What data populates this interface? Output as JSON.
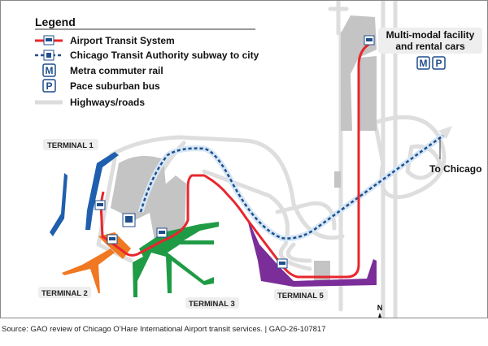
{
  "legend": {
    "title": "Legend",
    "items": [
      {
        "icon": "airport-transit-line-icon",
        "label": "Airport Transit System"
      },
      {
        "icon": "cta-subway-line-icon",
        "label": "Chicago Transit Authority subway to city"
      },
      {
        "icon": "metra-icon",
        "glyph": "M",
        "label": "Metra commuter rail"
      },
      {
        "icon": "pace-icon",
        "glyph": "P",
        "label": "Pace suburban bus"
      },
      {
        "icon": "road-line-icon",
        "label": "Highways/roads"
      }
    ]
  },
  "map": {
    "terminals": [
      "TERMINAL 1",
      "TERMINAL 2",
      "TERMINAL 3",
      "TERMINAL 5"
    ],
    "multimodal": [
      "Multi-modal facility",
      "and rental cars"
    ],
    "to_chicago": "To Chicago",
    "north": "N"
  },
  "colors": {
    "ats_red": "#e8262d",
    "cta_blue": "#1f4e8c",
    "road_gray": "#dcdcdc",
    "building_gray": "#bdbdbd",
    "terminal1": "#1f5fad",
    "terminal2": "#f07822",
    "terminal3": "#1f9b45",
    "terminal5": "#7b2d99"
  },
  "footer": "Source: GAO review of Chicago O’Hare International Airport transit services.  |  GAO-26-107817"
}
